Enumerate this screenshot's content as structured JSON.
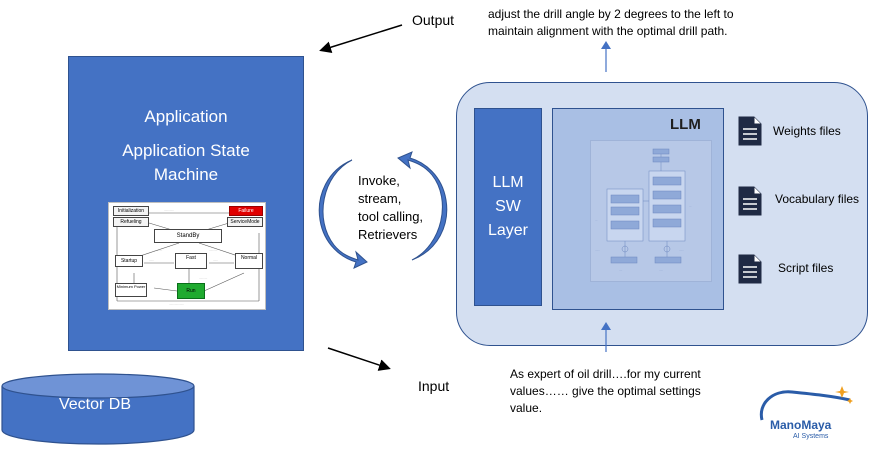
{
  "output": {
    "label": "Output",
    "text_line1": "adjust the drill angle by 2 degrees to the left to",
    "text_line2": "maintain alignment with the optimal drill path."
  },
  "application": {
    "title": "Application",
    "state_machine_line1": "Application State",
    "state_machine_line2": "Machine",
    "states": {
      "initialization": "Initialization",
      "failure": "Failure",
      "refueling": "Refueling",
      "servicemode": "ServiceMode",
      "standby": "StandBy",
      "startup": "Startup",
      "fast": "Fast",
      "normal": "Normal",
      "minimum_power": "Minimum Power",
      "run": "Run"
    }
  },
  "cycle": {
    "line1": "Invoke,",
    "line2": "stream,",
    "line3": "tool calling,",
    "line4": "Retrievers"
  },
  "llm_sw": {
    "line1": "LLM",
    "line2": "SW",
    "line3": "Layer"
  },
  "llm": {
    "title": "LLM"
  },
  "files": [
    {
      "label": "Weights files",
      "icon": "document-icon"
    },
    {
      "label": "Vocabulary files",
      "icon": "document-icon"
    },
    {
      "label": "Script files",
      "icon": "document-icon"
    }
  ],
  "vector_db": {
    "label": "Vector DB"
  },
  "input": {
    "label": "Input",
    "text_line1": "As expert of oil drill….for my current",
    "text_line2": "values…… give the optimal settings",
    "text_line3": "value."
  },
  "logo": {
    "name": "ManoMaya",
    "subtitle": "AI Systems"
  },
  "colors": {
    "primary_blue": "#4472c4",
    "light_blue": "#d4dff1",
    "border_blue": "#2f528f",
    "failure_red": "#e00000",
    "run_green": "#1faa2f"
  }
}
